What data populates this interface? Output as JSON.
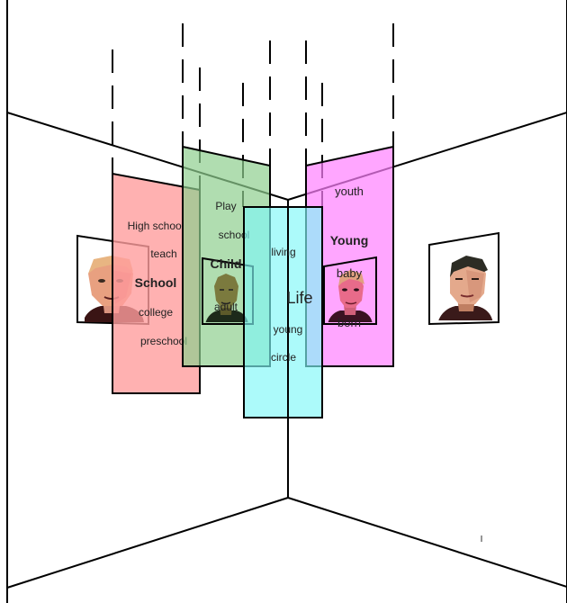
{
  "panels": {
    "school": {
      "color": "#ff9e9e",
      "title": "School",
      "words": [
        "High school",
        "teach",
        "college",
        "preschool"
      ]
    },
    "child": {
      "color": "#8fcf8f",
      "title": "Child",
      "words": [
        "Play",
        "school",
        "adult"
      ]
    },
    "life": {
      "color": "#7ff7f7",
      "title": "Life",
      "words": [
        "living",
        "young",
        "circle"
      ]
    },
    "young": {
      "color": "#ff80ff",
      "title": "Young",
      "words": [
        "youth",
        "baby",
        "born"
      ]
    }
  },
  "corner_mark": "I"
}
